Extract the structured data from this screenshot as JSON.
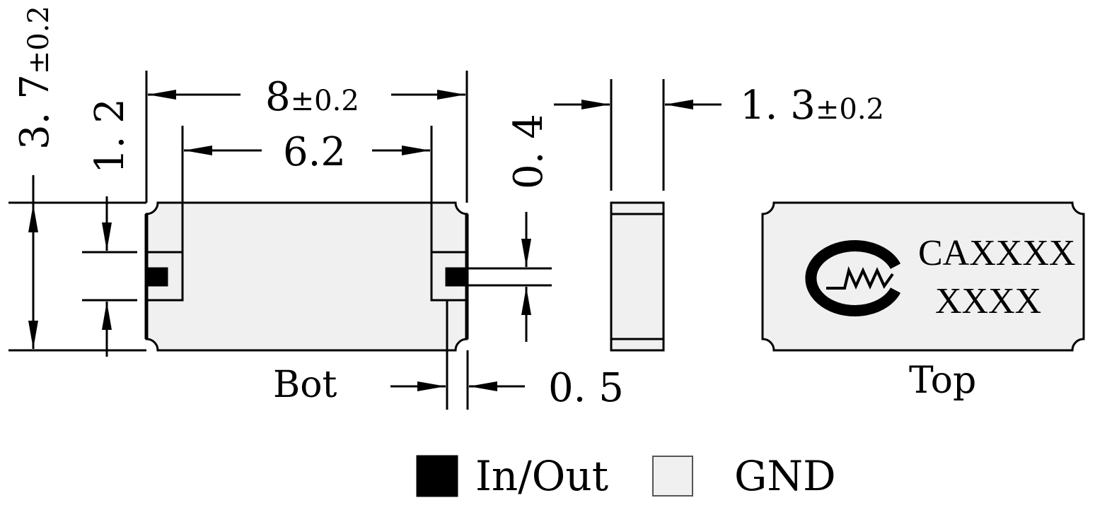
{
  "dimensions": {
    "length": {
      "value": "8",
      "tolerance": "±0.2"
    },
    "pad_span": {
      "value": "6.2"
    },
    "height": {
      "value": "3. 7",
      "tolerance": "±0.2"
    },
    "pad_height": {
      "value": "1. 2"
    },
    "pin_height": {
      "value": "0. 4"
    },
    "pad_width": {
      "value": "0. 5"
    },
    "thickness": {
      "value": "1. 3",
      "tolerance": "±0.2"
    }
  },
  "views": {
    "bottom_label": "Bot",
    "top_label": "Top"
  },
  "marking": {
    "line1": "CAXXXX",
    "line2": "XXXX"
  },
  "legend": {
    "in_out": "In/Out",
    "gnd": "GND"
  },
  "colors": {
    "in_out": "#000000",
    "gnd": "#f0f0f0",
    "line": "#000000"
  }
}
